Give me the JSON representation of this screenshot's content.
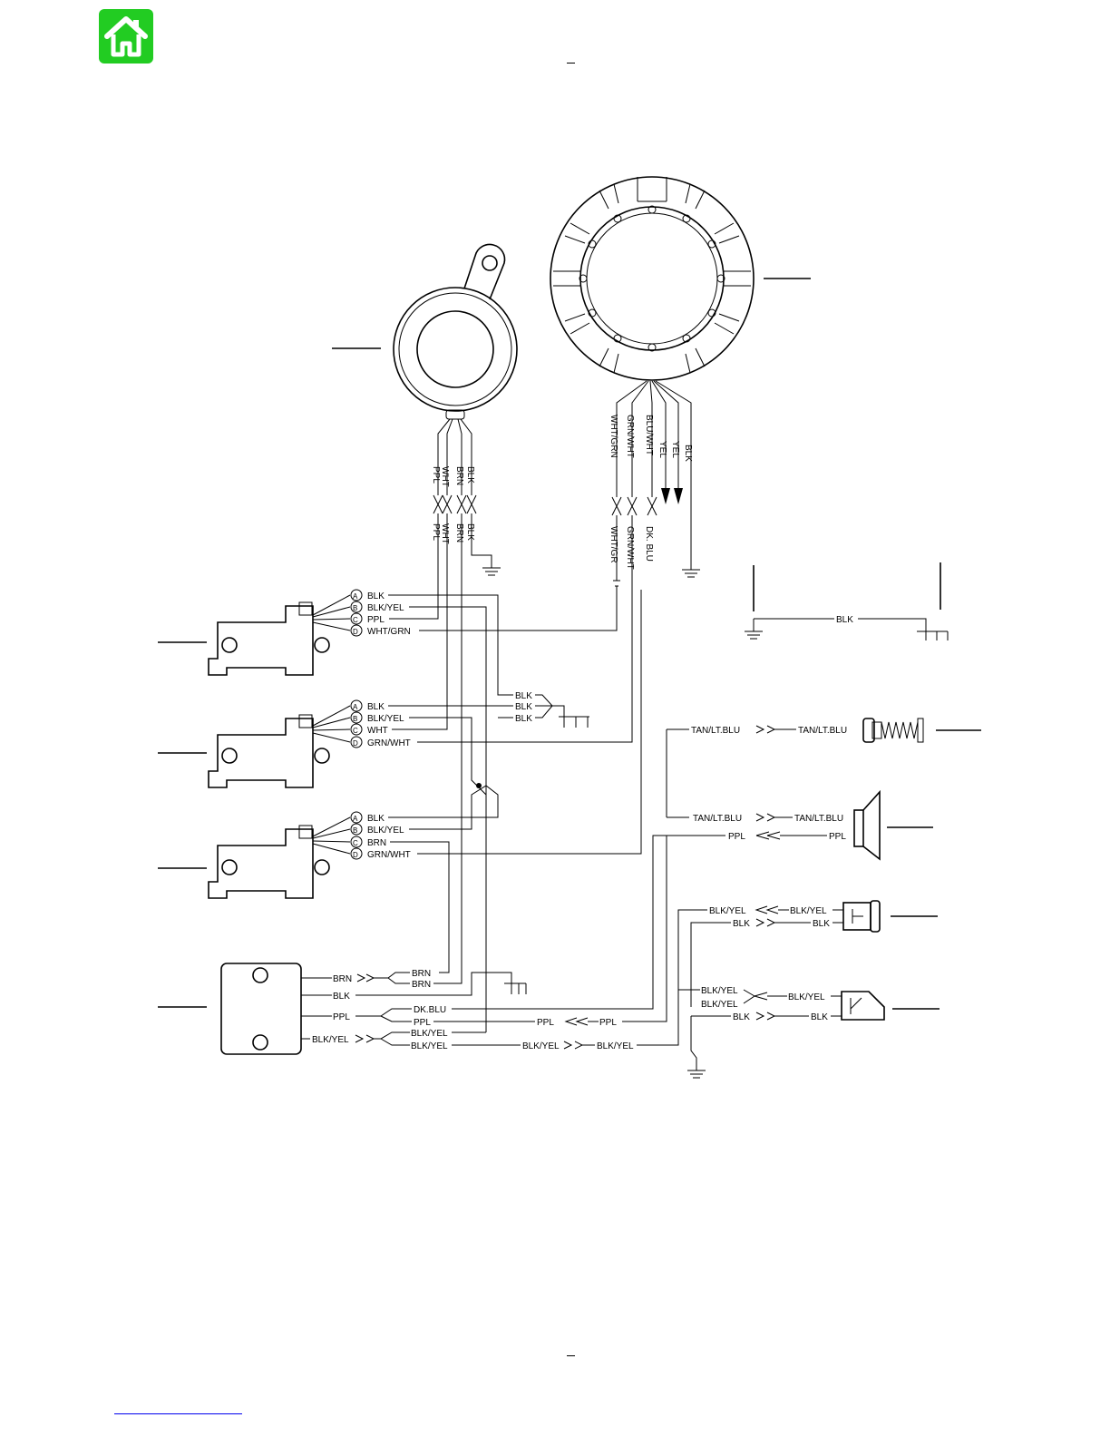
{
  "colors": {
    "home_button_bg": "#22cc22",
    "home_icon": "#ffffff",
    "line": "#000000",
    "link": "#0000ee"
  },
  "home_button": {
    "icon": "home-icon"
  },
  "diagram": {
    "pickup_wires": [
      "PPL",
      "WHT",
      "BRN",
      "BLK"
    ],
    "stator_wires": [
      "WHT/GRN",
      "GRN/WHT",
      "BLU/WHT",
      "YEL",
      "YEL",
      "BLK"
    ],
    "stator_mated": [
      "WHT/GR",
      "GRN/WHT",
      "DK. BLU"
    ],
    "ground_strap": "BLK",
    "coil_pins": [
      "A",
      "B",
      "C",
      "D"
    ],
    "coil1_wires": [
      "BLK",
      "BLK/YEL",
      "PPL",
      "WHT/GRN"
    ],
    "coil2_wires": [
      "BLK",
      "BLK/YEL",
      "WHT",
      "GRN/WHT"
    ],
    "coil3_wires": [
      "BLK",
      "BLK/YEL",
      "BRN",
      "GRN/WHT"
    ],
    "coil_ground_wires": [
      "BLK",
      "BLK",
      "BLK"
    ],
    "temp_sensor_wires": [
      "TAN/LT.BLU",
      "TAN/LT.BLU"
    ],
    "horn_wires": [
      "TAN/LT.BLU",
      "TAN/LT.BLU",
      "PPL",
      "PPL"
    ],
    "stop_button_wires": [
      "BLK/YEL",
      "BLK/YEL",
      "BLK",
      "BLK"
    ],
    "key_switch_wires": [
      "BLK/YEL",
      "BLK/YEL",
      "BLK/YEL",
      "BLK",
      "BLK"
    ],
    "module_left_wires": [
      "BRN",
      "BLK",
      "PPL",
      "BLK/YEL"
    ],
    "module_right_wires": [
      "BRN",
      "BRN",
      "DK.BLU",
      "PPL",
      "BLK/YEL",
      "BLK/YEL"
    ],
    "ppl_run": [
      "PPL",
      "PPL"
    ],
    "blkyel_run": [
      "BLK/YEL",
      "BLK/YEL"
    ]
  }
}
